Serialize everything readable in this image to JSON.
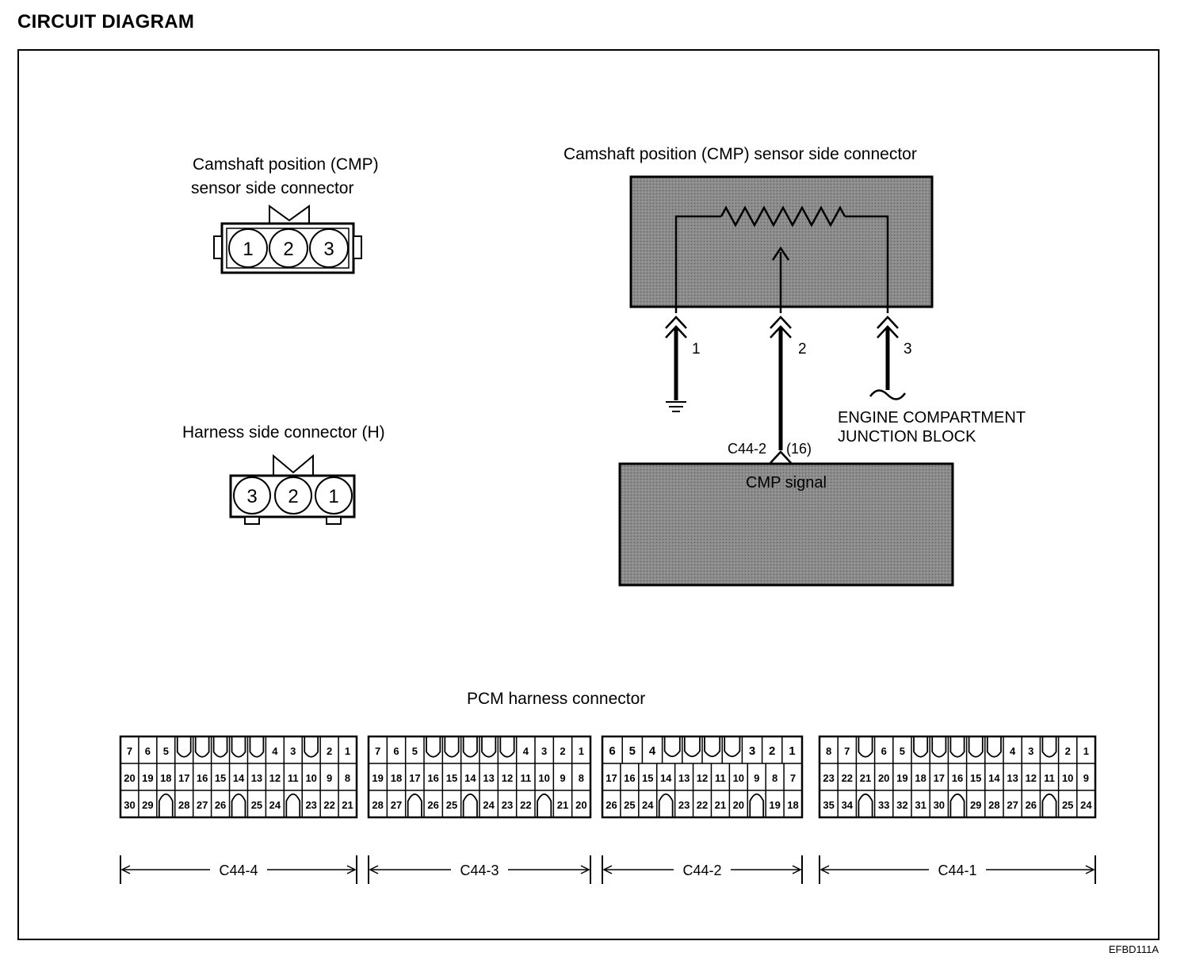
{
  "title": "CIRCUIT  DIAGRAM",
  "doc_code": "EFBD111A",
  "sensor_connector": {
    "caption_line1": "Camshaft position (CMP)",
    "caption_line2": "sensor side connector",
    "pins": [
      "1",
      "2",
      "3"
    ]
  },
  "harness_connector": {
    "caption": "Harness side connector (H)",
    "pins": [
      "3",
      "2",
      "1"
    ]
  },
  "schematic": {
    "sensor_caption": "Camshaft position (CMP) sensor side connector",
    "pin_labels": [
      "1",
      "2",
      "3"
    ],
    "junction_line1": "ENGINE COMPARTMENT",
    "junction_line2": "JUNCTION BLOCK",
    "pcm_pin_label": "C44-2",
    "pcm_pin_number": "(16)",
    "pcm_signal": "CMP signal"
  },
  "pcm": {
    "caption": "PCM harness connector",
    "connectors": [
      {
        "name": "C44-4",
        "rows": [
          [
            "7",
            "6",
            "5",
            "",
            "",
            "",
            "",
            "",
            "4",
            "3",
            "",
            "2",
            "1"
          ],
          [
            "20",
            "19",
            "18",
            "17",
            "16",
            "15",
            "14",
            "13",
            "12",
            "11",
            "10",
            "9",
            "8"
          ],
          [
            "30",
            "29",
            "",
            "28",
            "27",
            "26",
            "",
            "25",
            "24",
            "",
            "23",
            "22",
            "21"
          ]
        ]
      },
      {
        "name": "C44-3",
        "rows": [
          [
            "7",
            "6",
            "5",
            "",
            "",
            "",
            "",
            "",
            "4",
            "3",
            "2",
            "1"
          ],
          [
            "19",
            "18",
            "17",
            "16",
            "15",
            "14",
            "13",
            "12",
            "11",
            "10",
            "9",
            "8"
          ],
          [
            "28",
            "27",
            "",
            "26",
            "25",
            "",
            "24",
            "23",
            "22",
            "",
            "21",
            "20"
          ]
        ]
      },
      {
        "name": "C44-2",
        "rows": [
          [
            "6",
            "5",
            "4",
            "",
            "",
            "",
            "",
            "3",
            "2",
            "1"
          ],
          [
            "17",
            "16",
            "15",
            "14",
            "13",
            "12",
            "11",
            "10",
            "9",
            "8",
            "7"
          ],
          [
            "26",
            "25",
            "24",
            "",
            "23",
            "22",
            "21",
            "20",
            "",
            "19",
            "18"
          ]
        ]
      },
      {
        "name": "C44-1",
        "rows": [
          [
            "8",
            "7",
            "",
            "6",
            "5",
            "",
            "",
            "",
            "",
            "",
            "4",
            "3",
            "",
            "2",
            "1"
          ],
          [
            "23",
            "22",
            "21",
            "20",
            "19",
            "18",
            "17",
            "16",
            "15",
            "14",
            "13",
            "12",
            "11",
            "10",
            "9"
          ],
          [
            "35",
            "34",
            "",
            "33",
            "32",
            "31",
            "30",
            "",
            "29",
            "28",
            "27",
            "26",
            "",
            "25",
            "24"
          ]
        ]
      }
    ]
  }
}
